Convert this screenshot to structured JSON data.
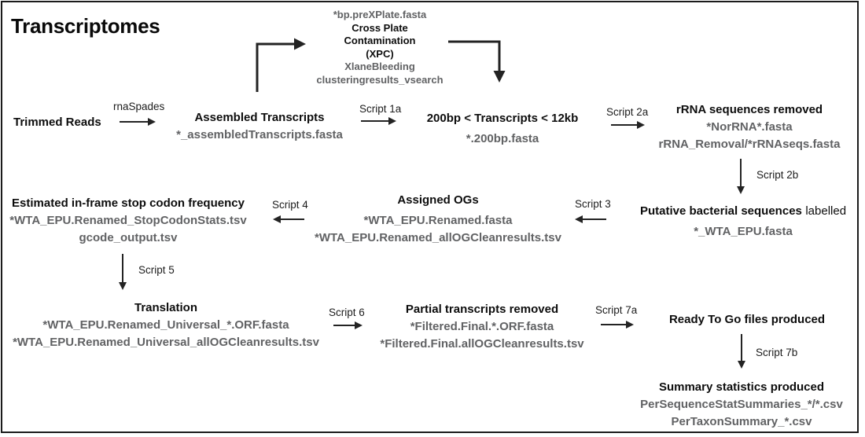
{
  "page": {
    "title": "Transcriptomes"
  },
  "colors": {
    "text": "#0d0d0d",
    "file_gray": "#616264",
    "arrow": "#232323",
    "background": "#ffffff",
    "border": "#1b1b1b"
  },
  "nodes": {
    "trimmed_reads": {
      "title": "Trimmed Reads"
    },
    "assembled_transcripts": {
      "title": "Assembled Transcripts",
      "files": [
        "*_assembledTranscripts.fasta"
      ]
    },
    "cross_plate_contamination": {
      "input_file": "*bp.preXPlate.fasta",
      "title_lines": [
        "Cross Plate",
        "Contamination",
        "(XPC)"
      ],
      "files": [
        "XlaneBleeding",
        "clusteringresults_vsearch"
      ]
    },
    "size_filtered": {
      "title": "200bp < Transcripts < 12kb",
      "files": [
        "*.200bp.fasta"
      ]
    },
    "rrna_removed": {
      "title": "rRNA sequences removed",
      "files": [
        "*NorRNA*.fasta",
        "rRNA_Removal/*rRNAseqs.fasta"
      ]
    },
    "putative_bacterial": {
      "title_bold": "Putative bacterial sequences",
      "title_regular": "labelled",
      "files": [
        "*_WTA_EPU.fasta"
      ]
    },
    "assigned_ogs": {
      "title": "Assigned OGs",
      "files": [
        "*WTA_EPU.Renamed.fasta",
        "*WTA_EPU.Renamed_allOGCleanresults.tsv"
      ]
    },
    "stop_codon_frequency": {
      "title": "Estimated in-frame stop codon frequency",
      "files": [
        "*WTA_EPU.Renamed_StopCodonStats.tsv",
        "gcode_output.tsv"
      ]
    },
    "translation": {
      "title": "Translation",
      "files": [
        "*WTA_EPU.Renamed_Universal_*.ORF.fasta",
        "*WTA_EPU.Renamed_Universal_allOGCleanresults.tsv"
      ]
    },
    "partial_removed": {
      "title": "Partial transcripts removed",
      "files": [
        "*Filtered.Final.*.ORF.fasta",
        "*Filtered.Final.allOGCleanresults.tsv"
      ]
    },
    "ready_to_go": {
      "title": "Ready To Go files produced"
    },
    "summary_stats": {
      "title": "Summary statistics produced",
      "files": [
        "PerSequenceStatSummaries_*/*.csv",
        "PerTaxonSummary_*.csv"
      ]
    }
  },
  "arrow_labels": {
    "rnaspades": "rnaSpades",
    "script_1a": "Script 1a",
    "script_2a": "Script 2a",
    "script_2b": "Script 2b",
    "script_3": "Script 3",
    "script_4": "Script 4",
    "script_5": "Script 5",
    "script_6": "Script 6",
    "script_7a": "Script 7a",
    "script_7b": "Script 7b"
  }
}
